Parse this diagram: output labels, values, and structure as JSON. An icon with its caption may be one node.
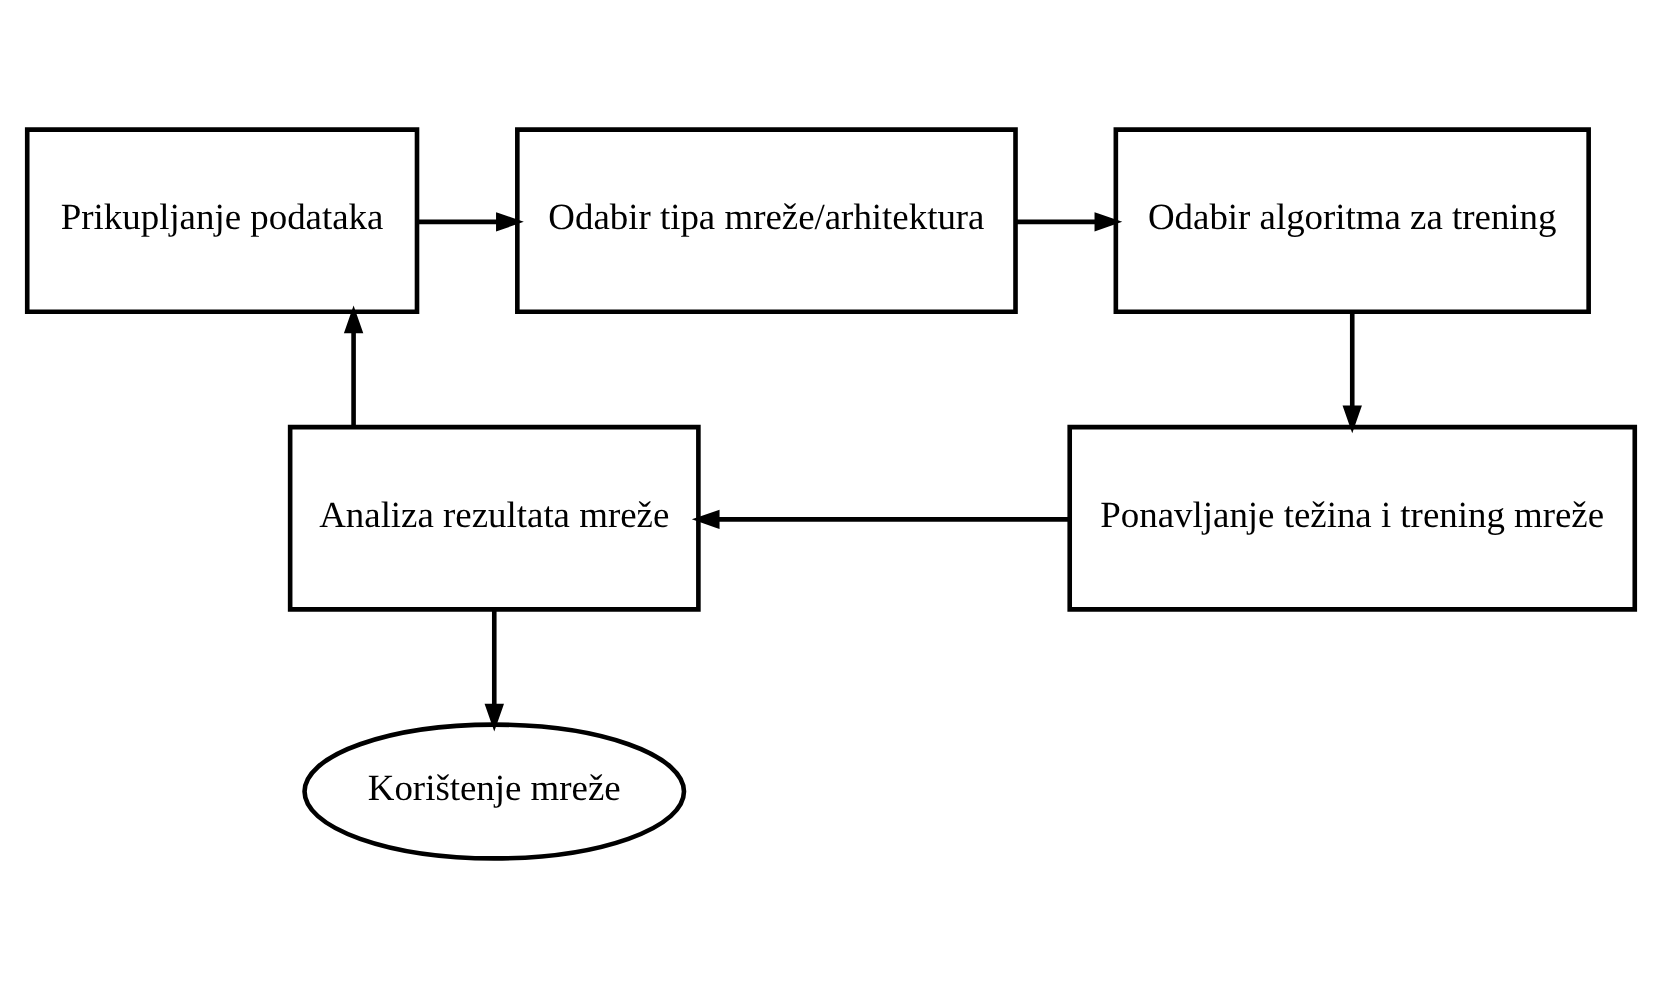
{
  "diagram": {
    "nodes": [
      {
        "text": [
          "Prikupljanje podataka"
        ]
      },
      {
        "text": [
          "Odabir tipa mreže/arhitektura"
        ]
      },
      {
        "text": [
          "Odabir algoritma za trening"
        ]
      },
      {
        "text": [
          "Analiza rezultata mreže"
        ]
      },
      {
        "text": [
          "Ponavljanje težina i trening mreže"
        ]
      },
      {
        "text": [
          "Korištenje mreže"
        ]
      }
    ],
    "edges": [
      {
        "from": 0,
        "to": 1,
        "arrow": "to"
      },
      {
        "from": 1,
        "to": 2,
        "arrow": "to"
      },
      {
        "from": 2,
        "to": 4,
        "arrow": "to"
      },
      {
        "from": 4,
        "to": 3,
        "arrow": "to"
      },
      {
        "from": 3,
        "to": 0,
        "arrow": "to"
      },
      {
        "from": 3,
        "to": 5,
        "arrow": "to"
      }
    ]
  }
}
